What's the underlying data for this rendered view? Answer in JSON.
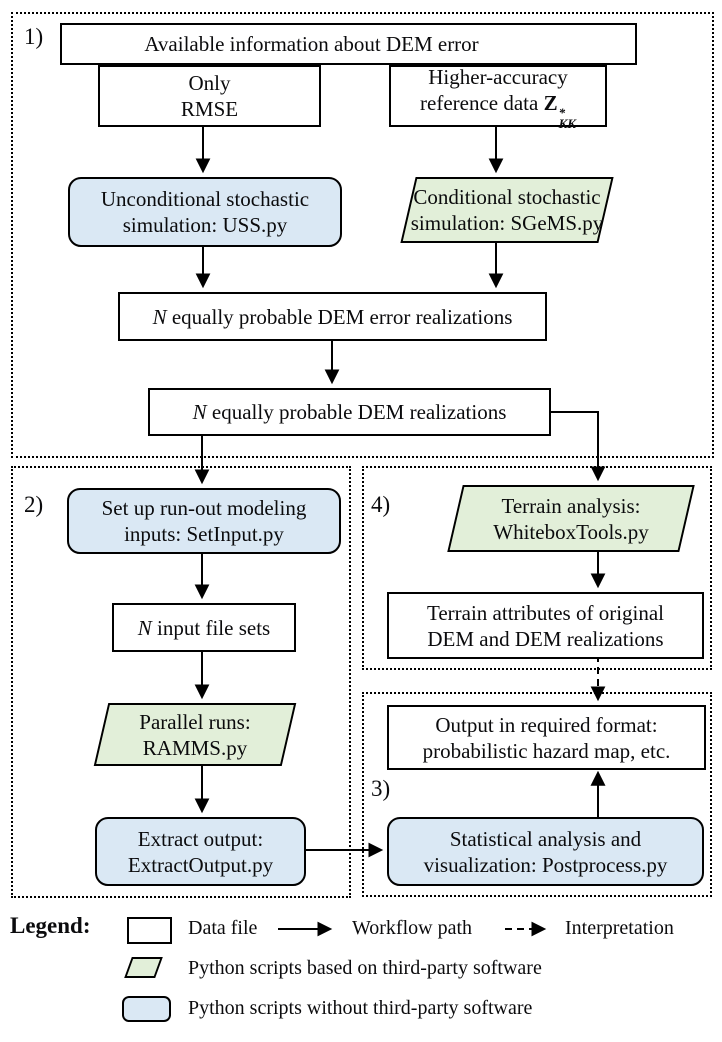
{
  "sections": {
    "s1": {
      "label": "1)"
    },
    "s2": {
      "label": "2)"
    },
    "s3": {
      "label": "3)"
    },
    "s4": {
      "label": "4)"
    }
  },
  "nodes": {
    "available": {
      "text": "Available information about DEM error"
    },
    "only_rmse": {
      "line1": "Only",
      "line2": "RMSE"
    },
    "higher_acc": {
      "line1": "Higher-accuracy",
      "line2_prefix": "reference data ",
      "symbol": "Z",
      "sup": "*",
      "sub": "KK"
    },
    "uss": {
      "line1": "Unconditional stochastic",
      "line2": "simulation: USS.py"
    },
    "sgems": {
      "line1": "Conditional stochastic",
      "line2": "simulation: SGeMS.py"
    },
    "n_error": {
      "italic": "N",
      "rest": " equally probable DEM error realizations"
    },
    "n_dem": {
      "italic": "N",
      "rest": " equally probable DEM realizations"
    },
    "setinput": {
      "line1": "Set up run-out modeling",
      "line2": "inputs: SetInput.py"
    },
    "n_input": {
      "italic": "N",
      "rest": " input file sets"
    },
    "ramms": {
      "line1": "Parallel runs:",
      "line2": "RAMMS.py"
    },
    "extract": {
      "line1": "Extract output:",
      "line2": "ExtractOutput.py"
    },
    "whitebox": {
      "line1": "Terrain analysis:",
      "line2": "WhiteboxTools.py"
    },
    "terrain_attr": {
      "line1": "Terrain attributes of original",
      "line2": "DEM and DEM realizations"
    },
    "output": {
      "line1": "Output in required format:",
      "line2": "probabilistic hazard map, etc."
    },
    "postprocess": {
      "line1": "Statistical analysis and",
      "line2": "visualization: Postprocess.py"
    }
  },
  "legend": {
    "title": "Legend:",
    "data_file": "Data file",
    "workflow_path": "Workflow path",
    "interpretation": "Interpretation",
    "third_party": "Python scripts based on third-party software",
    "no_third_party": "Python scripts without third-party software"
  },
  "colors": {
    "script_blue": "#dae8f4",
    "script_green": "#e2efd9",
    "line": "#000000"
  }
}
